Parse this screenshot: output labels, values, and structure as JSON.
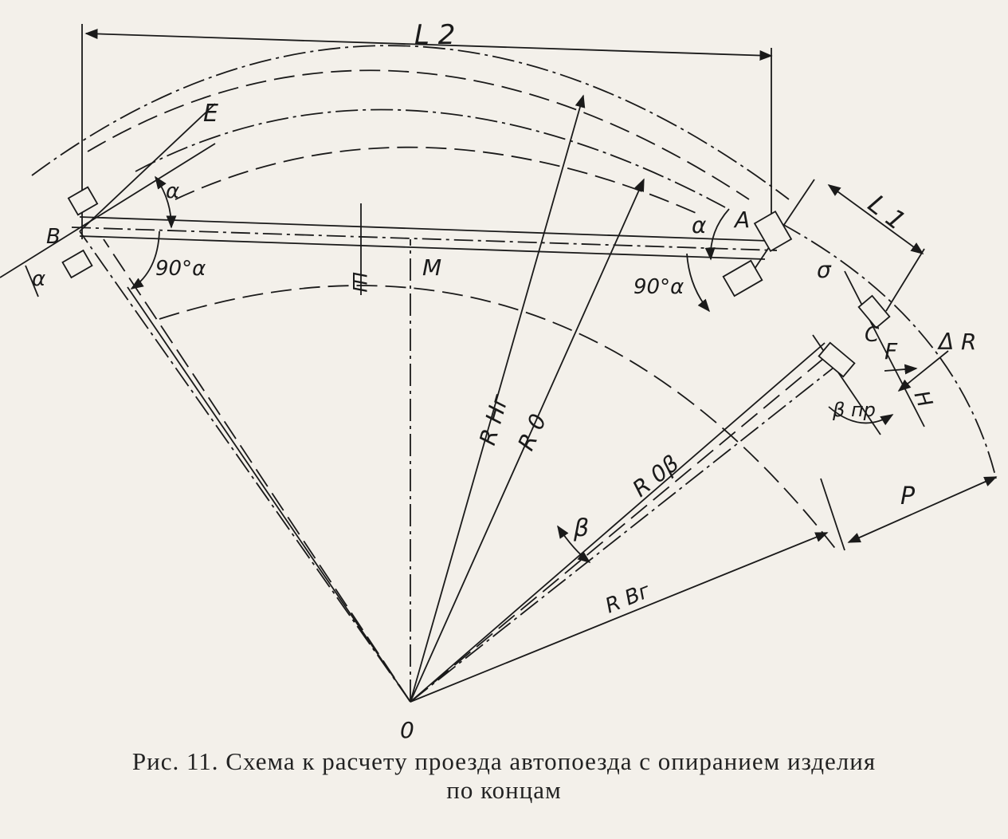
{
  "labels": {
    "L2": "L 2",
    "L1": "L 1",
    "E": "E",
    "B": "B",
    "A": "A",
    "M": "M",
    "O": "0",
    "Sh": "Ш",
    "alpha_top": "α",
    "alpha_left": "α",
    "alpha_right": "α",
    "angle_left": "90°α",
    "angle_right": "90°α",
    "R_Hg": "R Hг",
    "R_0": "R 0",
    "R_0B": "R 0β",
    "R_Bg": "R Вг",
    "beta": "β",
    "beta_pr": "β пр",
    "delta_R": "Δ R",
    "F": "F",
    "H": "H",
    "C": "С",
    "sigma": "σ",
    "P": "P"
  },
  "caption": {
    "line1": "Рис. 11. Схема к расчету проезда автопоезда с опиранием изделия",
    "line2": "по концам"
  }
}
